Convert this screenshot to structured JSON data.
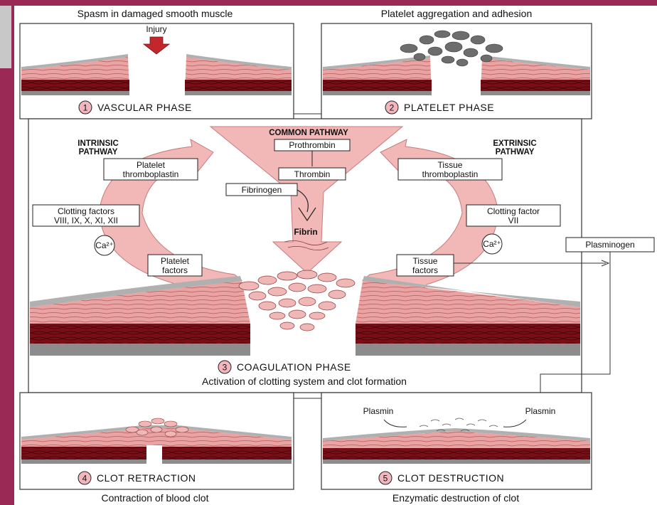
{
  "captions": {
    "vascular_top": "Spasm in damaged smooth muscle",
    "platelet_top": "Platelet aggregation and adhesion",
    "injury": "Injury",
    "coag_sub": "Activation of clotting system and clot formation",
    "retraction_bottom": "Contraction of blood clot",
    "destruction_bottom": "Enzymatic destruction of clot"
  },
  "phases": {
    "p1": {
      "num": "1",
      "label": "VASCULAR PHASE"
    },
    "p2": {
      "num": "2",
      "label": "PLATELET PHASE"
    },
    "p3": {
      "num": "3",
      "label": "COAGULATION PHASE"
    },
    "p4": {
      "num": "4",
      "label": "CLOT RETRACTION"
    },
    "p5": {
      "num": "5",
      "label": "CLOT DESTRUCTION"
    }
  },
  "pathways": {
    "common": "COMMON PATHWAY",
    "intrinsic_1": "INTRINSIC",
    "intrinsic_2": "PATHWAY",
    "extrinsic_1": "EXTRINSIC",
    "extrinsic_2": "PATHWAY"
  },
  "boxes": {
    "prothrombin": "Prothrombin",
    "thrombin": "Thrombin",
    "fibrinogen": "Fibrinogen",
    "fibrin": "Fibrin",
    "platelet_thrombo_1": "Platelet",
    "platelet_thrombo_2": "thromboplastin",
    "tissue_thrombo_1": "Tissue",
    "tissue_thrombo_2": "thromboplastin",
    "clotting_factors_1": "Clotting factors",
    "clotting_factors_2": "VIII, IX, X, XI, XII",
    "clotting_factor_vii_1": "Clotting factor",
    "clotting_factor_vii_2": "VII",
    "platelet_factors_1": "Platelet",
    "platelet_factors_2": "factors",
    "tissue_factors_1": "Tissue",
    "tissue_factors_2": "factors",
    "ca_left": "Ca²⁺",
    "ca_right": "Ca²⁺",
    "plasminogen": "Plasminogen",
    "plasmin_left": "Plasmin",
    "plasmin_right": "Plasmin"
  },
  "colors": {
    "frame": "#9a2a55",
    "arrow_pink": "#f2b8b8",
    "muscle_dark": "#7a0e16",
    "muscle_light": "#e89a9a",
    "endothelium": "#b0b0b0",
    "badge": "#f4b6bd"
  }
}
